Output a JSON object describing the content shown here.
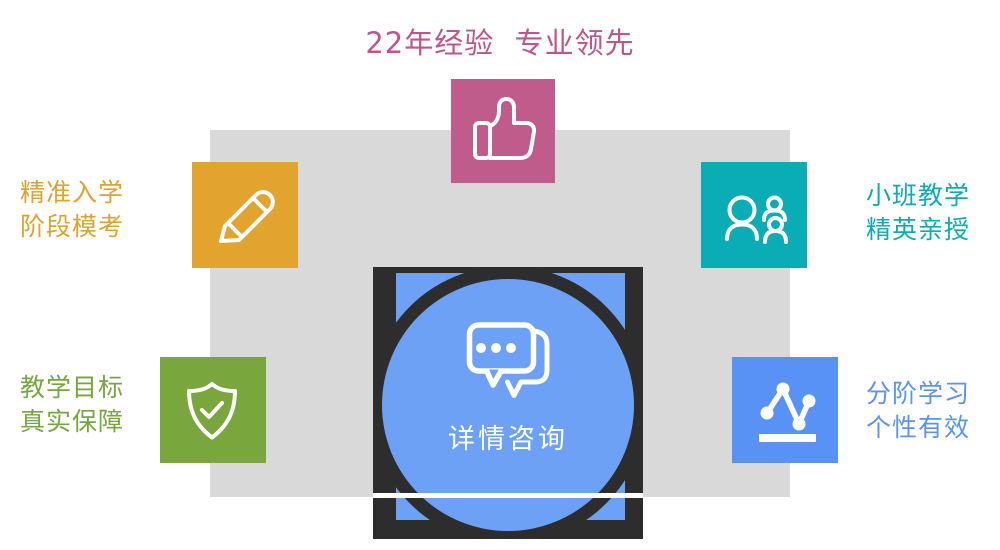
{
  "banner": {
    "title": "22年经验  专业领先",
    "badge": {
      "icon": "thumbs-up-icon",
      "color": "#c05c8c"
    },
    "center_button": {
      "label": "详情咨询",
      "icon": "chat-bubbles-icon",
      "color": "#6da1f6",
      "frame_color": "#2d2d2d"
    },
    "features": [
      {
        "id": "precise-entry",
        "position": "top-left",
        "icon": "pencil-icon",
        "color": "#e2a42f",
        "label_color": "#dfa32c",
        "line1": "精准入学",
        "line2": "阶段模考"
      },
      {
        "id": "small-class",
        "position": "top-right",
        "icon": "people-icon",
        "color": "#0aacb5",
        "label_color": "#0aacb5",
        "line1": "小班教学",
        "line2": "精英亲授"
      },
      {
        "id": "teaching-goal",
        "position": "bottom-left",
        "icon": "shield-check-icon",
        "color": "#7aa63e",
        "label_color": "#76a73c",
        "line1": "教学目标",
        "line2": "真实保障"
      },
      {
        "id": "staged-learning",
        "position": "bottom-right",
        "icon": "chart-line-icon",
        "color": "#5992f5",
        "label_color": "#5a93f5",
        "line1": "分阶学习",
        "line2": "个性有效"
      }
    ],
    "colors": {
      "title_text": "#c0548c",
      "panel_background": "#d9d9d9",
      "page_background": "#ffffff",
      "icon_stroke": "#ffffff"
    }
  }
}
